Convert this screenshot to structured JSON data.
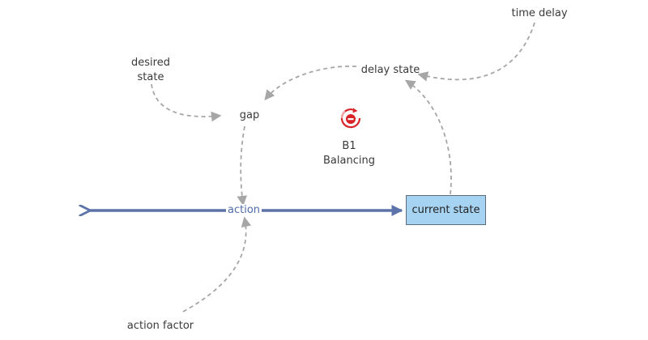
{
  "labels": {
    "time_delay": "time delay",
    "desired_state": "desired state",
    "delay_state": "delay state",
    "gap": "gap",
    "action": "action",
    "current_state": "current state",
    "action_factor": "action factor"
  },
  "loop": {
    "id": "B1",
    "type": "Balancing",
    "polarity_symbol": "−"
  },
  "colors": {
    "flow": "#5b73a8",
    "link": "#a6a6a6",
    "stock_fill": "#a7d3f2",
    "loop_icon": "#d9252a"
  }
}
